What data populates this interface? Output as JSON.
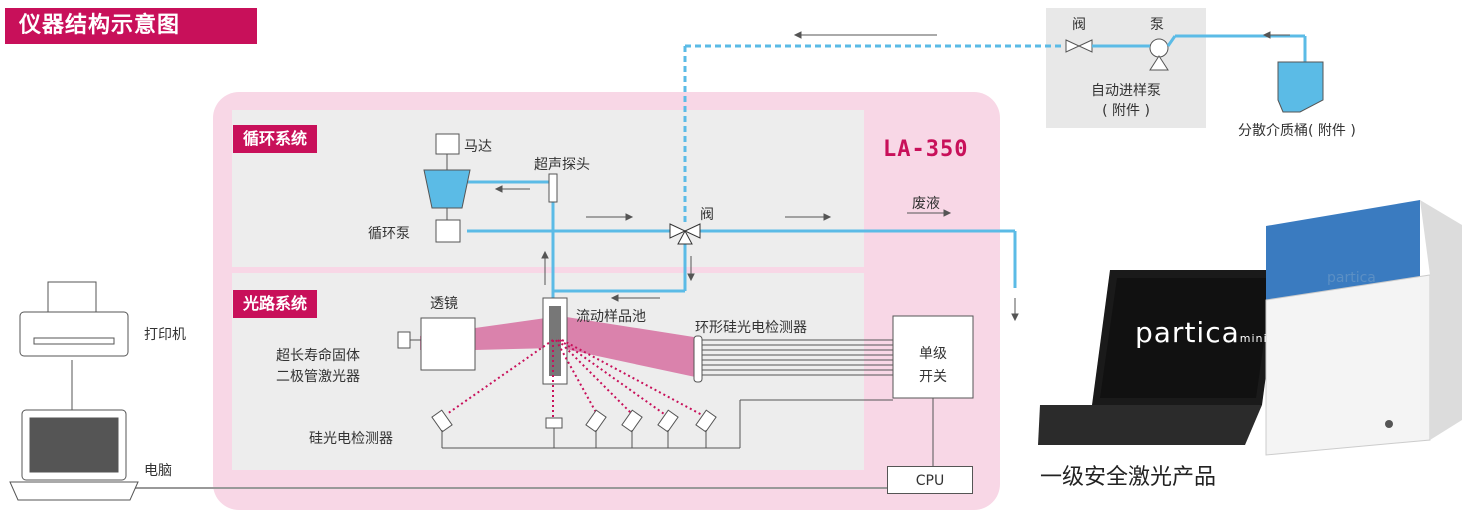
{
  "title": "仪器结构示意图",
  "model": "LA-350",
  "sections": {
    "circulation": "循环系统",
    "optical": "光路系统"
  },
  "labels": {
    "motor": "马达",
    "ultrasonic_probe": "超声探头",
    "circulation_pump": "循环泵",
    "valve": "阀",
    "waste": "废液",
    "lens": "透镜",
    "flow_cell": "流动样品池",
    "ring_detector": "环形硅光电检测器",
    "laser_line1": "超长寿命固体",
    "laser_line2": "二极管激光器",
    "si_detector": "硅光电检测器",
    "switch_line1": "单级",
    "switch_line2": "开关",
    "cpu": "CPU",
    "printer": "打印机",
    "computer": "电脑",
    "autosampler_valve": "阀",
    "autosampler_pump": "泵",
    "autosampler_line1": "自动进样泵",
    "autosampler_line2": "( 附件 )",
    "dispersion_tank": "分散介质桶( 附件 )",
    "safety": "一级安全激光产品"
  },
  "product": {
    "laptop_brand": "partica",
    "laptop_brand_suffix": "mini",
    "instrument_brand": "partica"
  },
  "colors": {
    "accent": "#c8105a",
    "flow_line": "#5bbbe6",
    "panel_pink": "#f8d7e6",
    "panel_gray": "#ededed"
  }
}
